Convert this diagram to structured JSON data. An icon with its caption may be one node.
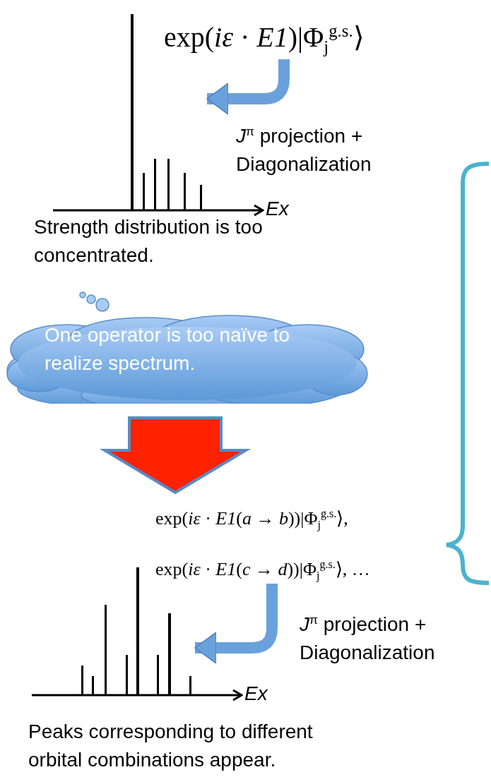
{
  "diagram": {
    "nodes": [
      {
        "text": [
          "exp(*iε* · *E1*)|Φ$_{j}$$^{g.s.}$⟩"
        ]
      },
      {
        "text": [],
        "shape": "picture",
        "beside": [
          "Strength distribution is too concentrated."
        ]
      },
      {
        "text": [
          "One operator is too naïve to realize spectrum."
        ]
      },
      {
        "text": [
          "exp(*iε* · *E1*(*a* → *b*))|Φ$_{j}$$^{g.s.}$⟩,",
          "exp(*iε* · *E1*(*c* → *d*))|Φ$_{j}$$^{g.s.}$⟩, …"
        ]
      },
      {
        "text": [],
        "shape": "picture",
        "beside": [
          "Peaks corresponding to different orbital combinations appear."
        ]
      }
    ],
    "edges": [
      {
        "from": 0,
        "to": 1,
        "arrow": "to",
        "label": "*J*$^{π}$ projection + Diagonalization"
      },
      {
        "from": 2,
        "to": 3,
        "arrow": "to",
        "style": "thick",
        "color": "#ff2200"
      },
      {
        "from": 3,
        "to": 4,
        "arrow": "to",
        "label": "*J*$^{π}$ projection + Diagonalization"
      }
    ],
    "labels": [
      "Ex",
      "Ex"
    ]
  }
}
